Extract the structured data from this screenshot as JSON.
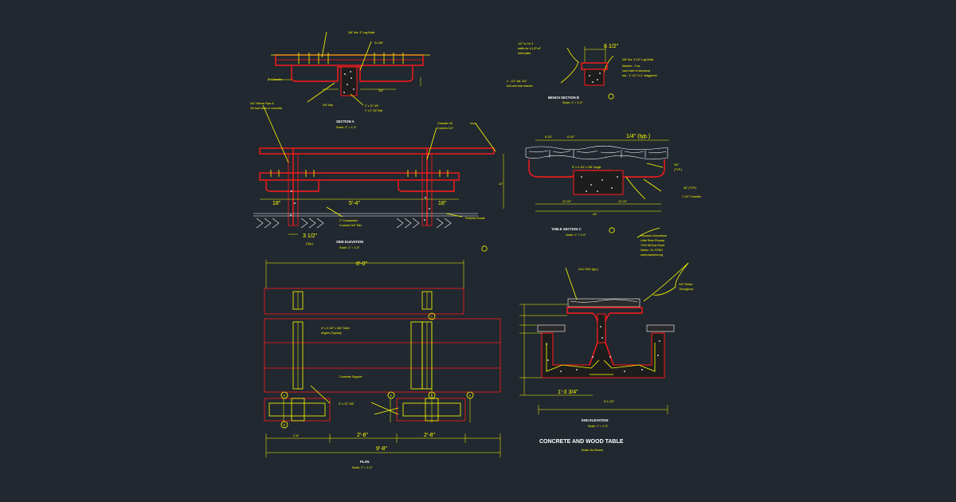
{
  "colors": {
    "background": "#212830",
    "outline": "#ff1a1a",
    "annotation": "#ffff00",
    "text": "#ffffff"
  },
  "drawing_title": "CONCRETE AND WOOD TABLE",
  "drawing_scale": "Scale: As Shown",
  "section_a": {
    "title": "SECTION A",
    "scale": "Scale: 2\" = 1'-0\"",
    "notes": [
      "3/8\" dia. 3\" Lag Bolts",
      "2x 3/8\"",
      "2\" Chamfer",
      "3/4\" Bar",
      "3/4\"",
      "2\" x 12\" 3/4\"",
      "1\" x 2\" 3/4\" Bolt",
      "3/4\" Cleat"
    ]
  },
  "bench_section_b": {
    "title": "BENCH SECTION B",
    "scale": "Scale: 1\" = 1'-0\"",
    "dim": "6 1/2\"",
    "notes": [
      "1/2\" to Ctr 3",
      "width for 4-1/2\"x4\"",
      "steel plate",
      "3/8\" dia. 3 1/2\" Lag Bolts",
      "Washer - 2 ea.",
      "each side of structural",
      "bar - 1\"-12\" O.C. staggered",
      "2 - 1/2\" dia. 3/4\"",
      "bolt and lock washer"
    ]
  },
  "side_elevation": {
    "title": "SIDE ELEVATION",
    "scale": "Scale: 1\" = 1'-0\"",
    "dims": [
      "5'-4\"",
      "18\"",
      "18\"",
      "3 1/2\"",
      "12\""
    ],
    "notes": [
      "3/4\" Sleeve Pipe &",
      "3/4 bolt holes in concrete",
      "Chamfer 45",
      "Corners 1/4\"",
      "2\" Compacted",
      "Crushed 3/4\" Min.",
      "Finished Grade",
      "(Typ.)"
    ]
  },
  "table_section_c": {
    "title": "TABLE SECTION C",
    "scale": "Scale: 1\" = 1'-0\"",
    "dims": [
      "1/4\" (typ.)",
      "8 1/2\"",
      "8 1/2\"",
      "24\"",
      "12 1/2\"",
      "12 1/2\""
    ],
    "notes": [
      "5\" x 3 1/2\" x 3/8\" Angle",
      "3/4\"",
      "(TYP.)",
      "45\" (TYP.)",
      "1 1/2\" Chamfer"
    ]
  },
  "plan": {
    "title": "PLAN",
    "scale": "Scale: 1\" = 1'-0\"",
    "dims": [
      "8'-0\"",
      "9'-8\"",
      "2'-8\"",
      "2'-8\"",
      "2'-8\""
    ],
    "notes": [
      "4\" x 3 1/2\" x 3/8\" Steel",
      "Angles (Typical)",
      "Concrete Support",
      "4\" x 12\" 3/8\""
    ],
    "markers": [
      "A",
      "B",
      "C",
      "C",
      "A",
      "B",
      "C"
    ]
  },
  "end_elevation": {
    "title": "END ELEVATION",
    "scale": "Scale: 1\" = 1'-0\"",
    "dims": [
      "1'-3 3/4\"",
      "5'-1 1/2\""
    ],
    "notes": [
      "2x12 S4S (typ.)",
      "3/4\" Rebar",
      "Throughout"
    ]
  },
  "credit": [
    "Pacwest Consortium",
    "Little River Precast",
    "7310 McCoy Road",
    "Salem, Or. 97301",
    "www.pacwest.org"
  ]
}
